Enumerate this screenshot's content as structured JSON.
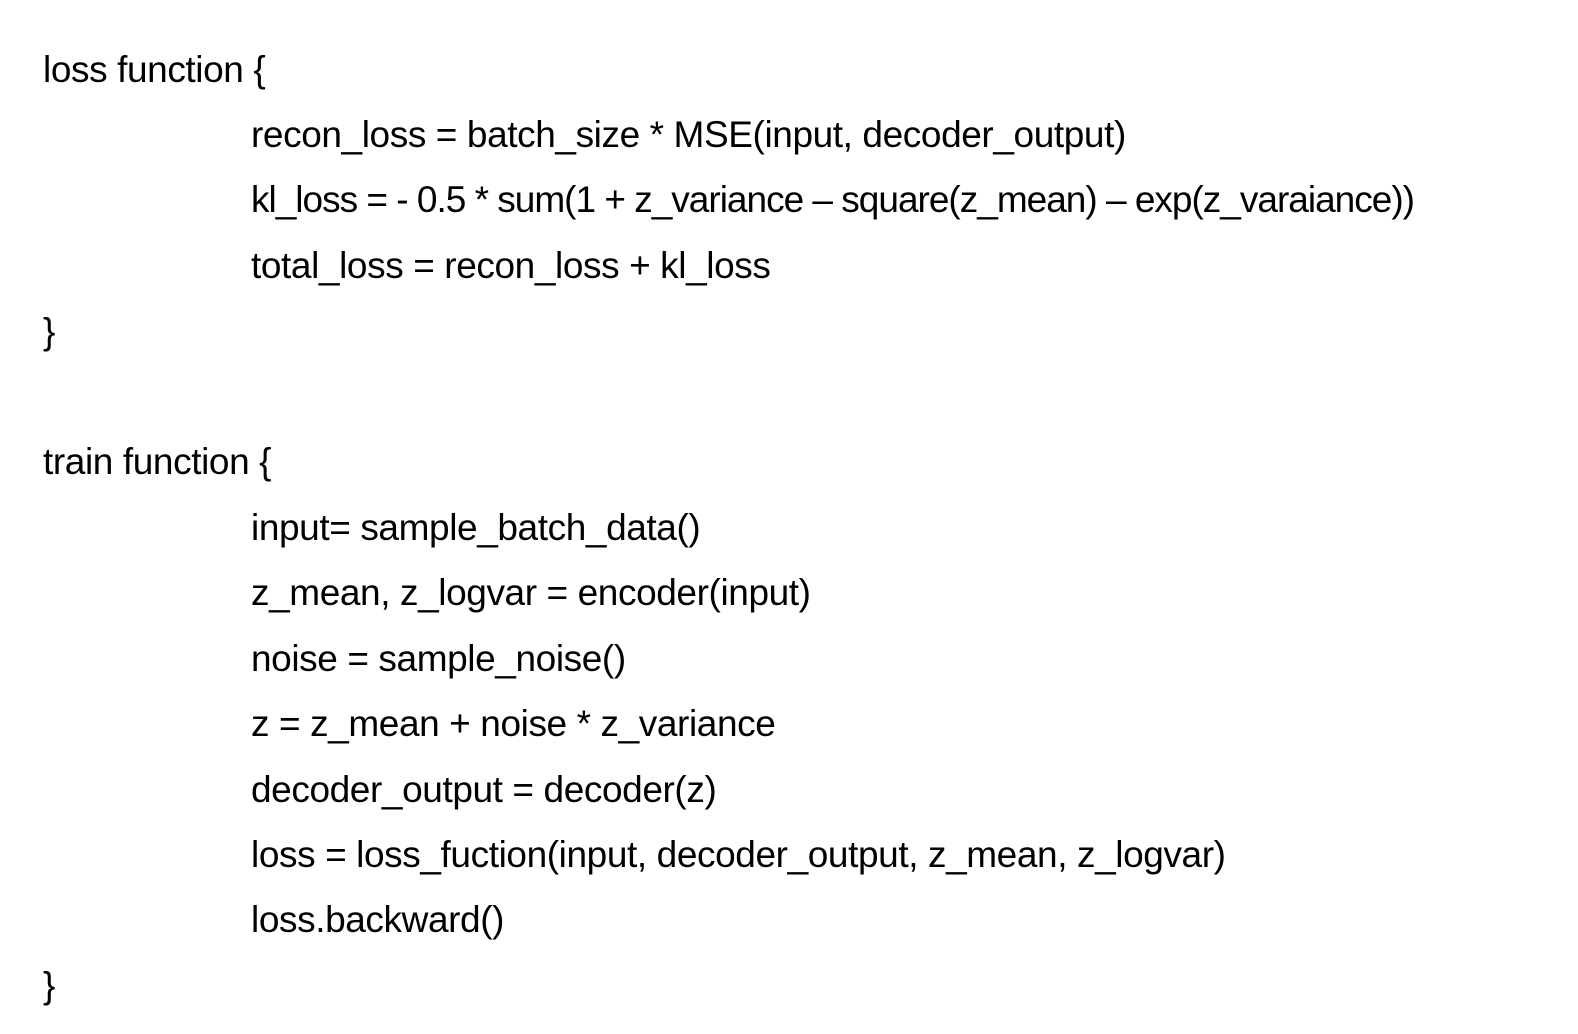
{
  "loss_block": {
    "header": "loss function {",
    "lines": [
      "recon_loss = batch_size * MSE(input, decoder_output)",
      "kl_loss = - 0.5 * sum(1 + z_variance – square(z_mean) – exp(z_varaiance))",
      "total_loss = recon_loss + kl_loss"
    ],
    "footer": "}"
  },
  "train_block": {
    "header": "train function {",
    "lines": [
      "input= sample_batch_data()",
      "z_mean, z_logvar = encoder(input)",
      "noise = sample_noise()",
      "z = z_mean + noise * z_variance",
      "decoder_output = decoder(z)",
      "loss = loss_fuction(input, decoder_output, z_mean, z_logvar)",
      "loss.backward()"
    ],
    "footer": "}"
  }
}
